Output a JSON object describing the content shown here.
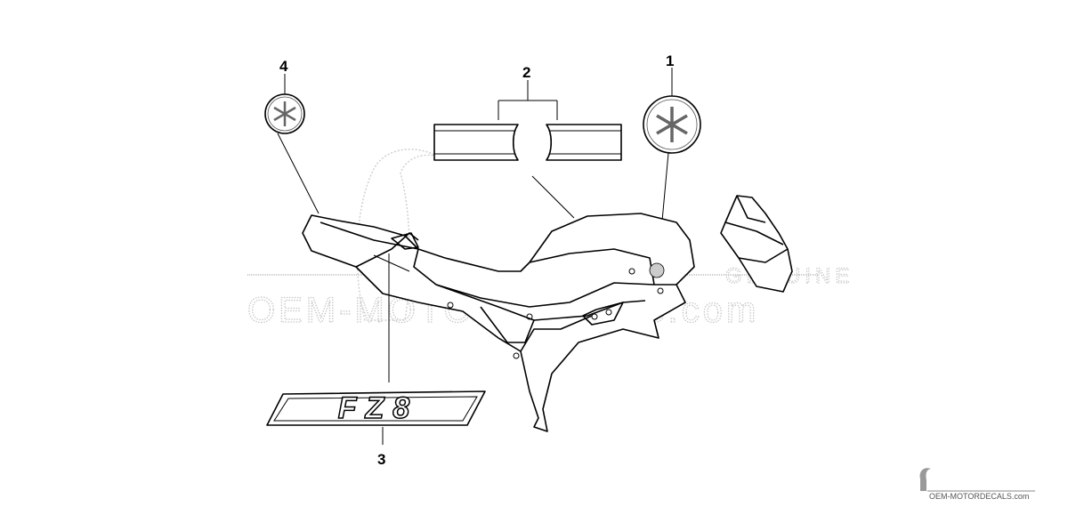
{
  "diagram": {
    "callouts": [
      "1",
      "2",
      "3",
      "4"
    ],
    "decal_text": "FZ8"
  },
  "watermark": {
    "main": "OEM-MOTORDECALS.com",
    "genuine": "GENUINE",
    "footer": "OEM-MOTORDECALS.com"
  }
}
